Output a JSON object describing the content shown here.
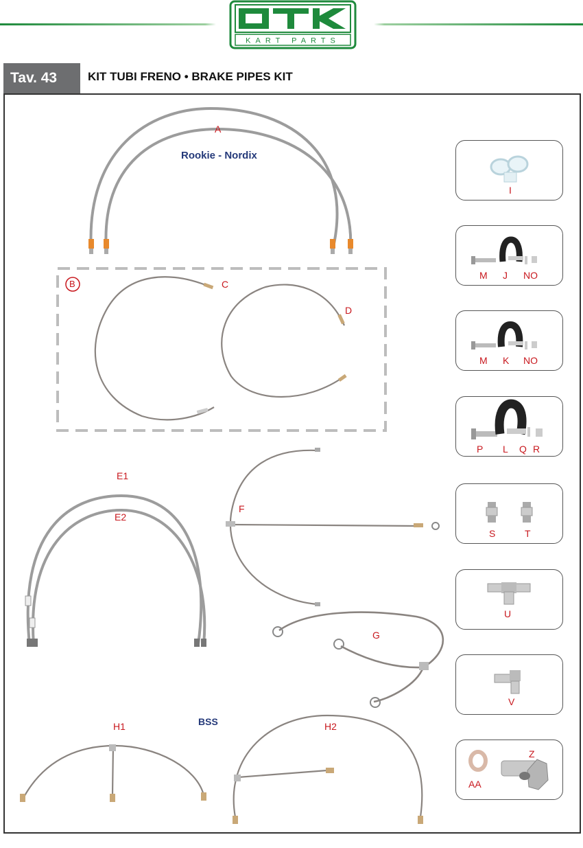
{
  "logo": {
    "brand": "OTK",
    "sub": "KART PARTS"
  },
  "header": {
    "table_label": "Tav. 43",
    "title": "KIT TUBI FRENO • BRAKE PIPES KIT"
  },
  "groups": {
    "rookie": "Rookie - Nordix",
    "bss": "BSS"
  },
  "labels": {
    "A": "A",
    "B": "B",
    "C": "C",
    "D": "D",
    "E1": "E1",
    "E2": "E2",
    "F": "F",
    "G": "G",
    "H1": "H1",
    "H2": "H2"
  },
  "cards": [
    {
      "labels": [
        "I"
      ]
    },
    {
      "labels": [
        "M",
        "J",
        "NO"
      ]
    },
    {
      "labels": [
        "M",
        "K",
        "NO"
      ]
    },
    {
      "labels": [
        "P",
        "L",
        "Q",
        "R"
      ]
    },
    {
      "labels": [
        "S",
        "T"
      ]
    },
    {
      "labels": [
        "U"
      ]
    },
    {
      "labels": [
        "V"
      ]
    },
    {
      "labels": [
        "AA",
        "Z"
      ]
    }
  ],
  "colors": {
    "brand_green": "#1e8a3c",
    "label_red": "#c8181e",
    "group_blue": "#253a7a",
    "header_gray": "#6d6e70"
  }
}
